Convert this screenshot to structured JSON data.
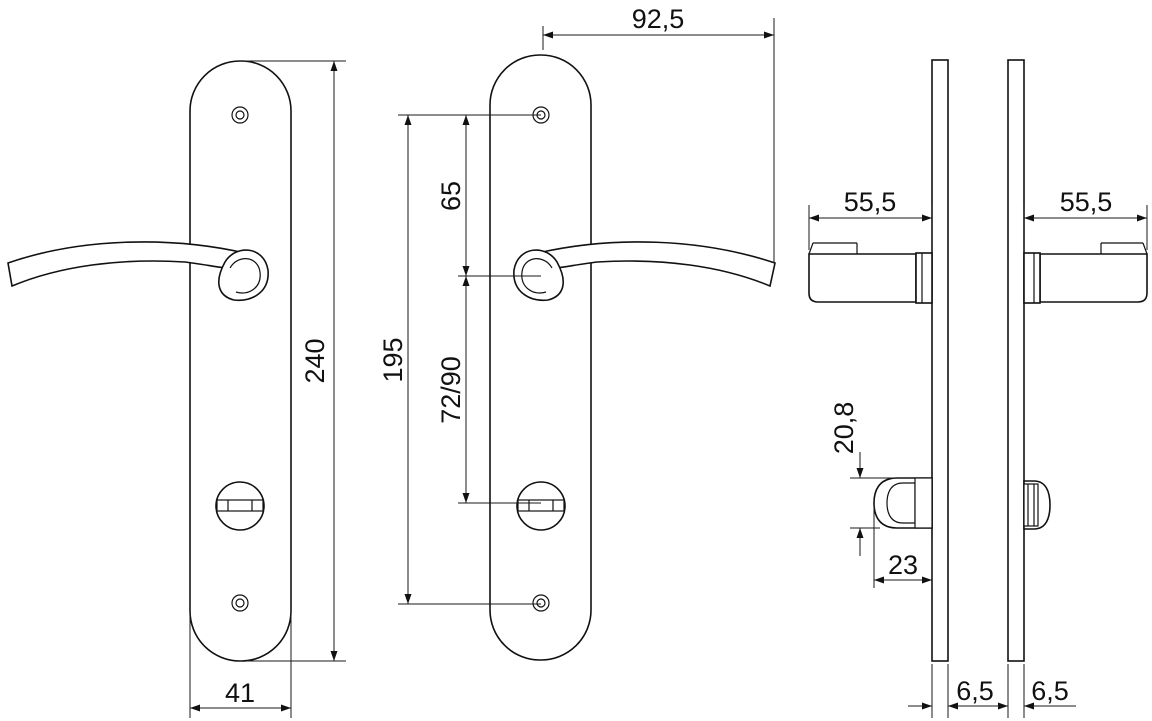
{
  "dimensions": {
    "plate_height": "240",
    "plate_width": "41",
    "lever_projection": "92,5",
    "screw_spacing": "195",
    "top_to_spindle": "65",
    "spindle_to_turn": "72/90",
    "left_lever_depth": "55,5",
    "right_lever_depth": "55,5",
    "thumbturn_height": "20,8",
    "thumbturn_depth": "23",
    "left_plate_thickness": "6,5",
    "right_plate_thickness": "6,5"
  }
}
